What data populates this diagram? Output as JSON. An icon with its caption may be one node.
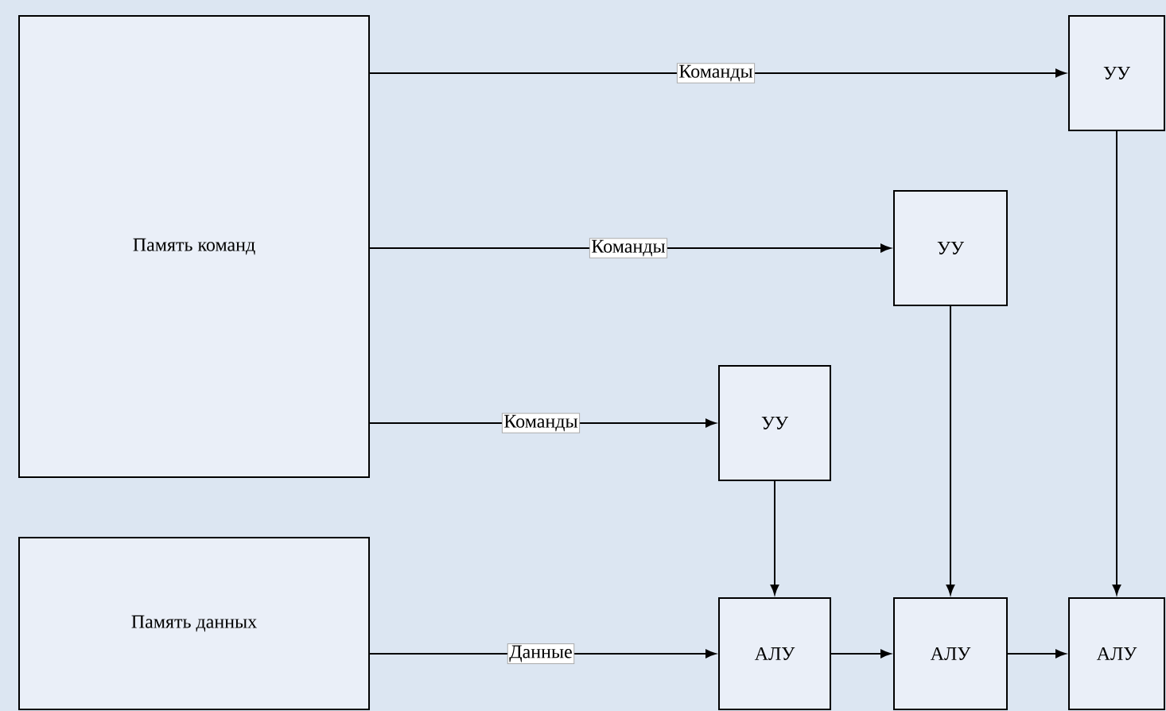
{
  "diagram": {
    "nodes": [
      {
        "text": [
          "Память команд"
        ]
      },
      {
        "text": [
          "Память данных"
        ]
      },
      {
        "text": [
          "УУ"
        ]
      },
      {
        "text": [
          "УУ"
        ]
      },
      {
        "text": [
          "УУ"
        ]
      },
      {
        "text": [
          "АЛУ"
        ]
      },
      {
        "text": [
          "АЛУ"
        ]
      },
      {
        "text": [
          "АЛУ"
        ]
      }
    ],
    "edges": [
      {
        "from": 0,
        "to": 2,
        "arrow": "to",
        "label": "Команды"
      },
      {
        "from": 0,
        "to": 3,
        "arrow": "to",
        "label": "Команды"
      },
      {
        "from": 0,
        "to": 4,
        "arrow": "to",
        "label": "Команды"
      },
      {
        "from": 4,
        "to": 5,
        "arrow": "to"
      },
      {
        "from": 3,
        "to": 6,
        "arrow": "to"
      },
      {
        "from": 2,
        "to": 7,
        "arrow": "to"
      },
      {
        "from": 1,
        "to": 5,
        "arrow": "to",
        "label": "Данные"
      },
      {
        "from": 5,
        "to": 6,
        "arrow": "to"
      },
      {
        "from": 6,
        "to": 7,
        "arrow": "to"
      }
    ]
  }
}
